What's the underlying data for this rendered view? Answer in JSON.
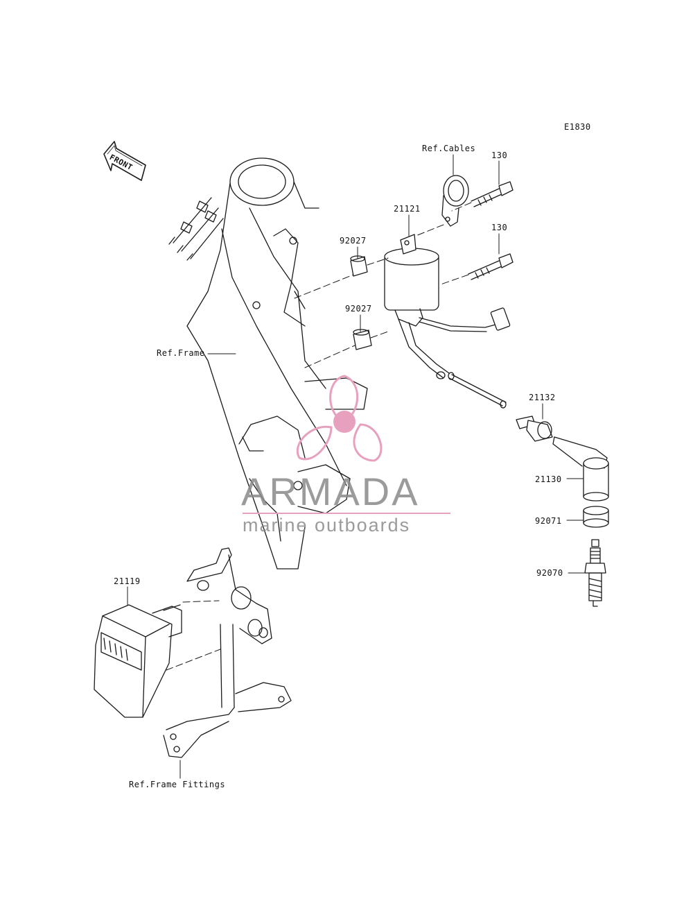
{
  "diagram": {
    "code": "E1830",
    "front_label": "FRONT",
    "labels": {
      "ref_cables": "Ref.Cables",
      "bolt_upper": "130",
      "bolt_lower": "130",
      "coil": "21121",
      "collar_upper": "92027",
      "collar_lower": "92027",
      "ref_frame": "Ref.Frame",
      "cap_seal": "21132",
      "plug_cap": "21130",
      "gasket": "92071",
      "spark_plug": "92070",
      "igniter": "21119",
      "ref_frame_fittings": "Ref.Frame Fittings"
    }
  },
  "watermark": {
    "brand": "ARMADA",
    "tagline": "marine outboards",
    "accent_color": "#e8a0bf",
    "text_color": "#8a8a8a"
  }
}
